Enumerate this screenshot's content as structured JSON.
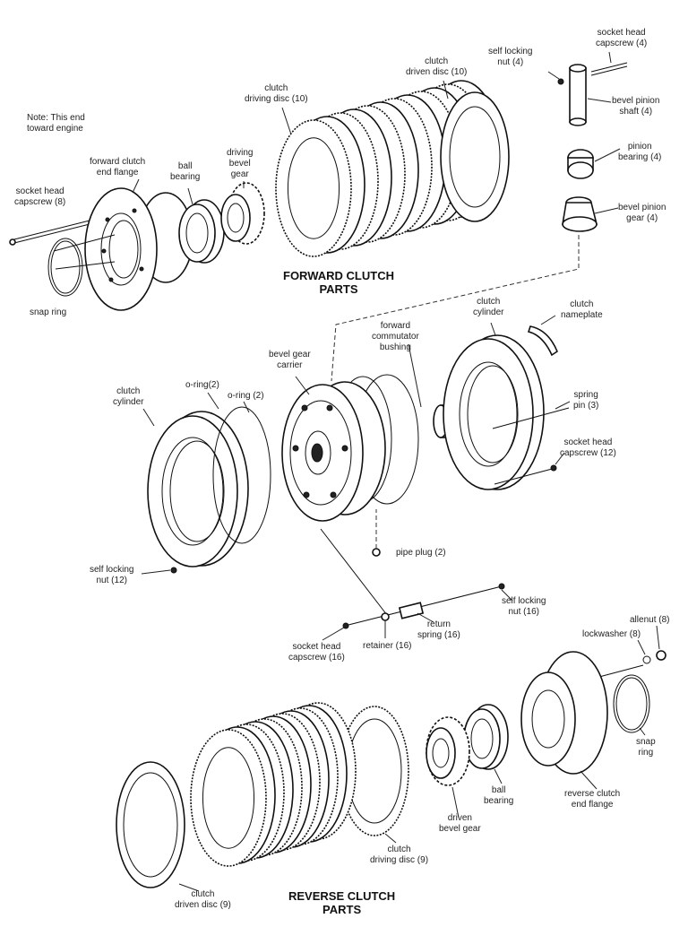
{
  "labels": {
    "note": "Note: This end\ntoward engine",
    "socket_head_capscrew_8": "socket head\ncapscrew (8)",
    "forward_clutch_end_flange": "forward clutch\nend flange",
    "ball_bearing_top": "ball\nbearing",
    "driving_bevel_gear": "driving\nbevel\ngear",
    "clutch_driving_disc_10": "clutch\ndriving disc (10)",
    "clutch_driven_disc_10": "clutch\ndriven disc (10)",
    "self_locking_nut_4": "self locking\nnut (4)",
    "socket_head_capscrew_4": "socket head\ncapscrew (4)",
    "bevel_pinion_shaft_4": "bevel pinion\nshaft (4)",
    "pinion_bearing_4": "pinion\nbearing (4)",
    "bevel_pinion_gear_4": "bevel pinion\ngear (4)",
    "snap_ring_top": "snap ring",
    "clutch_cylinder_right": "clutch\ncylinder",
    "clutch_nameplate": "clutch\nnameplate",
    "forward_commutator_bushing": "forward\ncommutator\nbushing",
    "bevel_gear_carrier": "bevel gear\ncarrier",
    "clutch_cylinder_left": "clutch\ncylinder",
    "o_ring_2_a": "o-ring(2)",
    "o_ring_2_b": "o-ring (2)",
    "spring_pin_3": "spring\npin (3)",
    "socket_head_capscrew_12": "socket head\ncapscrew (12)",
    "pipe_plug_2": "pipe plug (2)",
    "self_locking_nut_12": "self locking\nnut (12)",
    "self_locking_nut_16": "self locking\nnut (16)",
    "socket_head_capscrew_16": "socket head\ncapscrew (16)",
    "retainer_16": "retainer (16)",
    "return_spring_16": "return\nspring (16)",
    "allenut_8": "allenut (8)",
    "lockwasher_8": "lockwasher (8)",
    "snap_ring_bottom": "snap\nring",
    "reverse_clutch_end_flange": "reverse clutch\nend flange",
    "ball_bearing_bottom": "ball\nbearing",
    "driven_bevel_gear": "driven\nbevel gear",
    "clutch_driving_disc_9": "clutch\ndriving disc (9)",
    "clutch_driven_disc_9": "clutch\ndriven disc (9)"
  },
  "titles": {
    "forward_clutch_parts": "FORWARD CLUTCH\nPARTS",
    "reverse_clutch_parts": "REVERSE CLUTCH\nPARTS"
  }
}
